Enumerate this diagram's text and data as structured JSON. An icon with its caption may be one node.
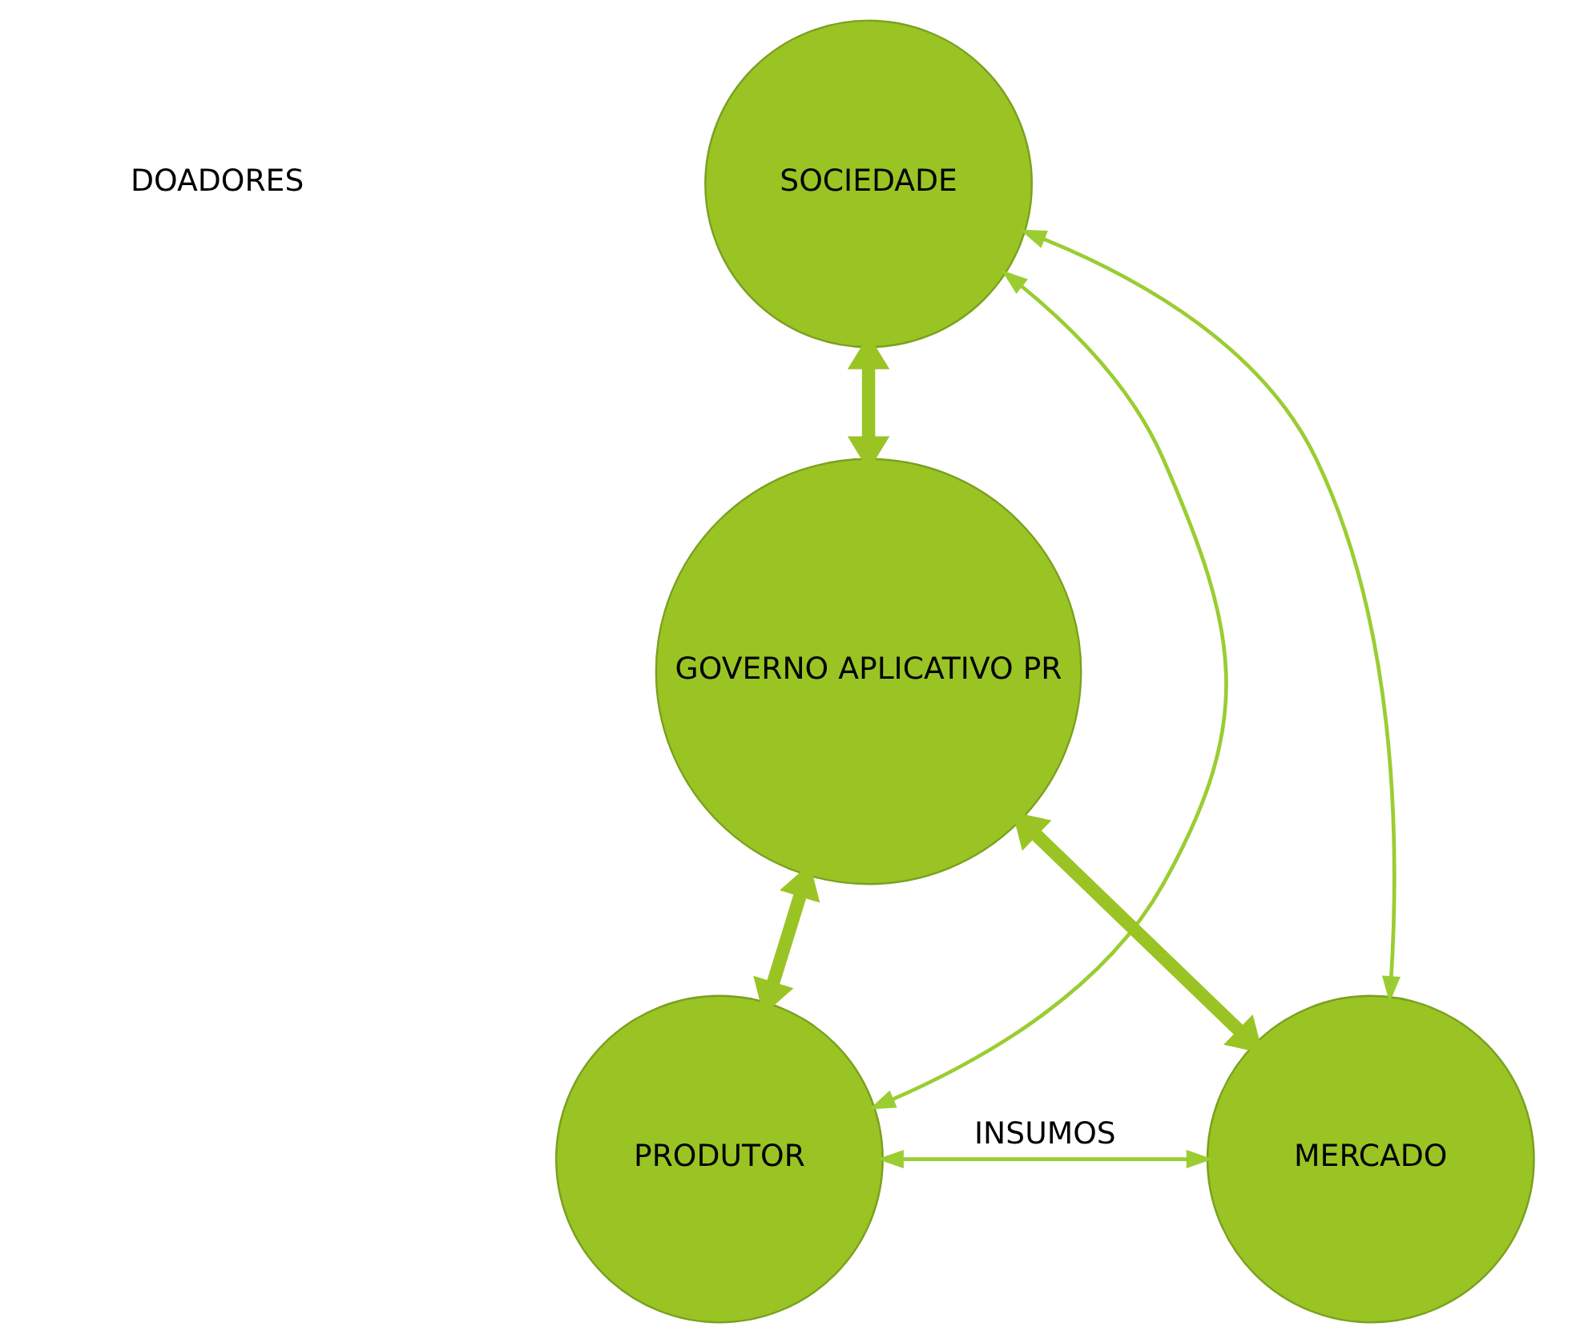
{
  "diagram": {
    "nodes": [
      {
        "text": [
          "SOCIEDADE"
        ]
      },
      {
        "text": [
          "GOVERNO APLICATIVO PR"
        ]
      },
      {
        "text": [
          "PRODUTOR"
        ]
      },
      {
        "text": [
          "MERCADO"
        ]
      }
    ],
    "edges": [
      {
        "from": 0,
        "to": 1,
        "arrow": "both",
        "style": "thick",
        "color": "#99c424"
      },
      {
        "from": 1,
        "to": 2,
        "arrow": "both",
        "style": "thick",
        "color": "#99c424"
      },
      {
        "from": 1,
        "to": 3,
        "arrow": "both",
        "style": "thick",
        "color": "#99c424"
      },
      {
        "from": 0,
        "to": 2,
        "arrow": "both"
      },
      {
        "from": 0,
        "to": 3,
        "arrow": "both"
      },
      {
        "from": 2,
        "to": 3,
        "arrow": "both",
        "label": "INSUMOS"
      }
    ],
    "labels": [
      "DOADORES"
    ]
  }
}
